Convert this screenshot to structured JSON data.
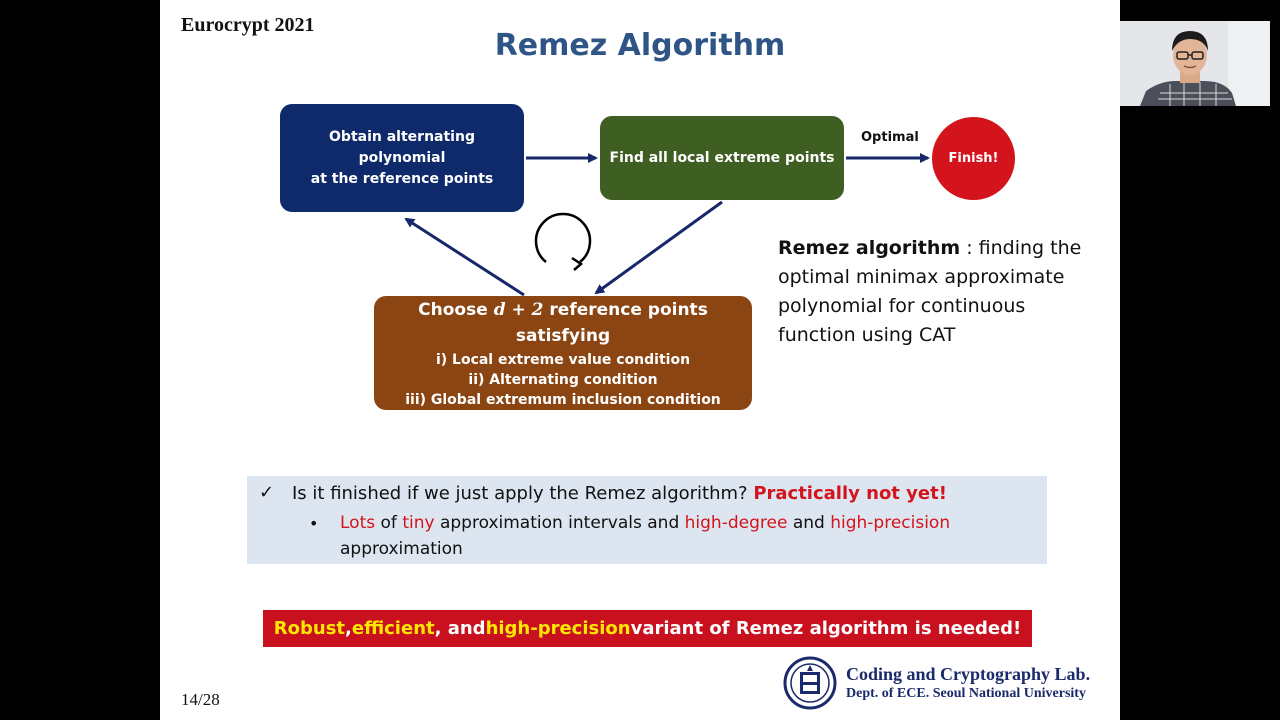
{
  "slide": {
    "conference": "Eurocrypt 2021",
    "title": "Remez Algorithm",
    "page_number": "14/28"
  },
  "flow": {
    "box1_line1": "Obtain alternating polynomial",
    "box1_line2": "at the reference points",
    "box2": "Find all local extreme points",
    "optimal_label": "Optimal",
    "finish": "Finish!",
    "box3_prefix": "Choose ",
    "box3_math": "d + 2",
    "box3_suffix": " reference points satisfying",
    "box3_items": [
      "i) Local extreme value condition",
      "ii) Alternating condition",
      "iii) Global extremum inclusion condition"
    ],
    "colors": {
      "box1": "#0f2a6b",
      "box2": "#3e5e22",
      "box3": "#8a4512",
      "finish": "#d4141c",
      "arrow": "#16286a"
    }
  },
  "description": {
    "bold": "Remez algorithm",
    "text": " : finding the optimal minimax approximate polynomial for continuous function using CAT"
  },
  "question": {
    "check_icon": "✓",
    "line1": "Is it finished if we just apply the Remez algorithm? ",
    "line1_red": "Practically not yet!",
    "bullet": "•",
    "seg1_red": "Lots",
    "seg2": " of ",
    "seg3_red": "tiny",
    "seg4": " approximation intervals and ",
    "seg5_red": "high-degree",
    "seg6": " and ",
    "seg7_red": "high-precision",
    "seg8": " approximation"
  },
  "banner": {
    "w1": "Robust",
    "s1": ", ",
    "w2": "efficient",
    "s2": ", and ",
    "w3": "high-precision",
    "s3": " variant of Remez algorithm is needed!"
  },
  "footer": {
    "lab_name": "Coding and Cryptography Lab.",
    "lab_dept": "Dept. of ECE. Seoul National University",
    "logo_icon": "snu-emblem-icon"
  },
  "webcam": {
    "icon": "presenter-video-icon"
  }
}
